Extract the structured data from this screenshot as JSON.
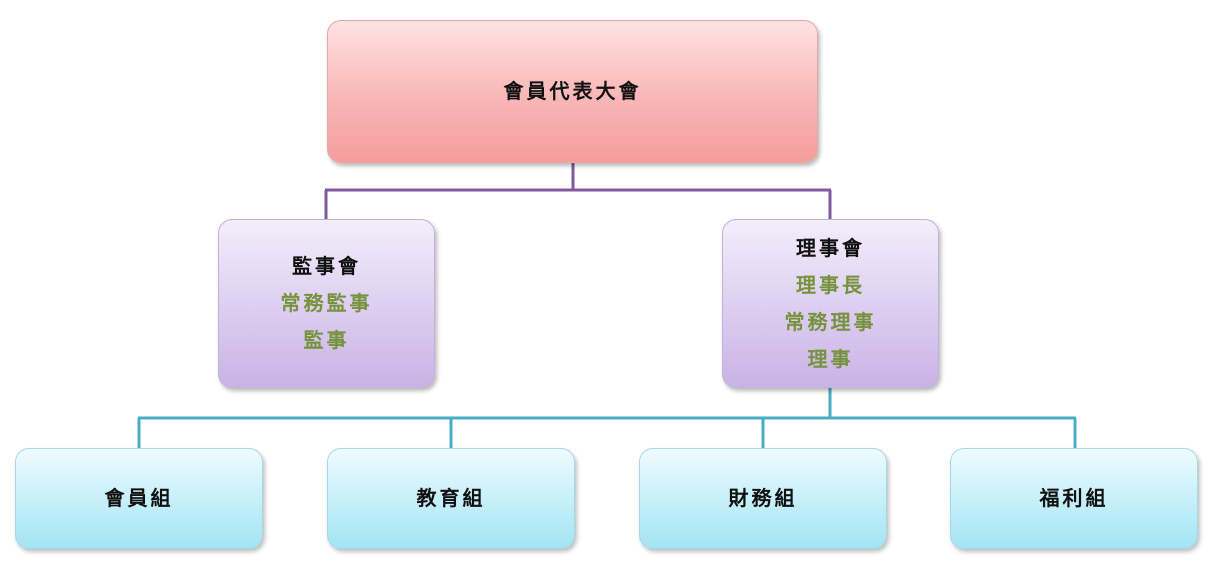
{
  "chart_data": {
    "type": "org-chart",
    "root": {
      "label": "會員代表大會",
      "children": [
        {
          "id": "supervisors",
          "label": "監事會",
          "roles": [
            "常務監事",
            "監事"
          ]
        },
        {
          "id": "directors",
          "label": "理事會",
          "roles": [
            "理事長",
            "常務理事",
            "理事"
          ]
        }
      ]
    },
    "groups_under_directors": [
      "會員組",
      "教育組",
      "財務組",
      "福利組"
    ],
    "colors": {
      "top_box": "#f9b6b6",
      "middle_box": "#dccdf0",
      "group_box": "#c4eff9",
      "connector_top": "#7f5a9e",
      "connector_bottom": "#4aacc5",
      "role_text": "#76923c"
    }
  },
  "nodes": {
    "top": "會員代表大會",
    "supervisors": {
      "title": "監事會",
      "roles": [
        "常務監事",
        "監事"
      ]
    },
    "directors": {
      "title": "理事會",
      "roles": [
        "理事長",
        "常務理事",
        "理事"
      ]
    },
    "groups": [
      "會員組",
      "教育組",
      "財務組",
      "福利組"
    ]
  }
}
